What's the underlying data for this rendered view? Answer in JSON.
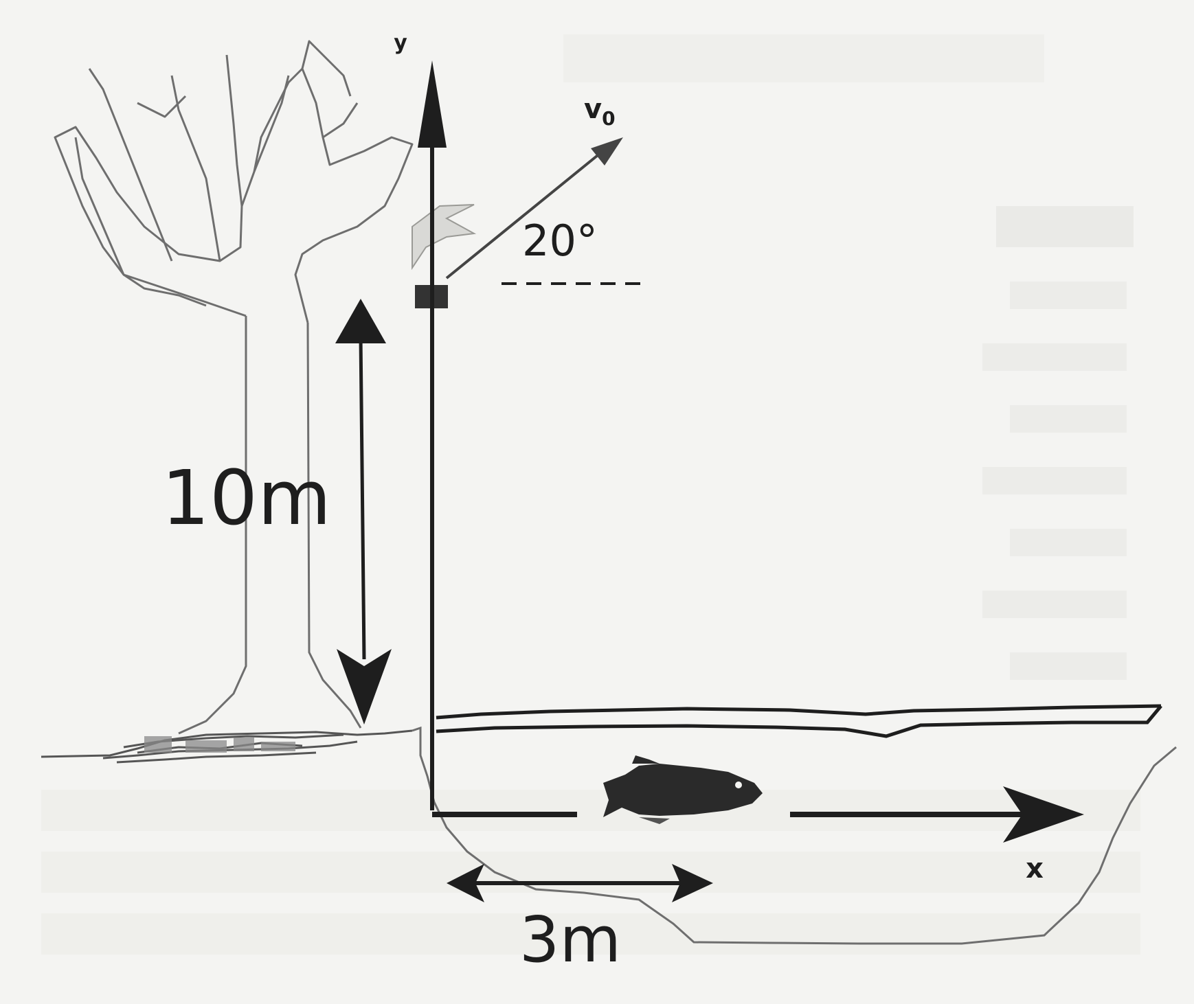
{
  "labels": {
    "y_axis": "y",
    "x_axis": "x",
    "velocity": "v",
    "velocity_subscript": "0",
    "angle": "20°",
    "height": "10m",
    "distance": "3m"
  },
  "colors": {
    "paper": "#f4f4f2",
    "ink": "#1e1e1e",
    "sketch": "#6e6e6e",
    "ghost_text": "#dcdcd8"
  }
}
